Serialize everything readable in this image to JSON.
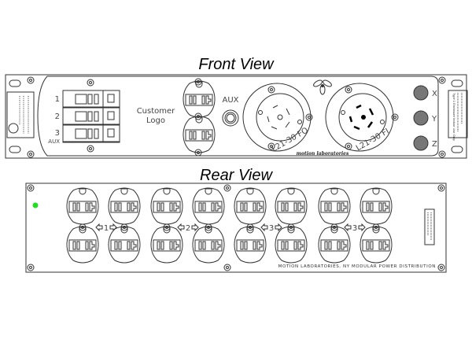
{
  "front": {
    "title": "Front View",
    "breakers": [
      {
        "label": "1"
      },
      {
        "label": "2"
      },
      {
        "label": "3"
      }
    ],
    "breaker_aux_label": "AUX",
    "customer_logo_line1": "Customer",
    "customer_logo_line2": "Logo",
    "aux_jack_label": "AUX",
    "receptacle_left": "L21-30 FO",
    "receptacle_right": "L21-30 FI",
    "brand": "motion laboratories",
    "indicators": [
      {
        "label": "X"
      },
      {
        "label": "Y"
      },
      {
        "label": "Z"
      }
    ],
    "right_label": "Type 1 Enclosure Indoor Use Only"
  },
  "rear": {
    "title": "Rear View",
    "led_color": "#22dd22",
    "circuit_labels": [
      "1",
      "2",
      "3",
      "3"
    ],
    "footer": "MOTION LABORATORIES, NY   MODULAR POWER DISTRIBUTION"
  }
}
